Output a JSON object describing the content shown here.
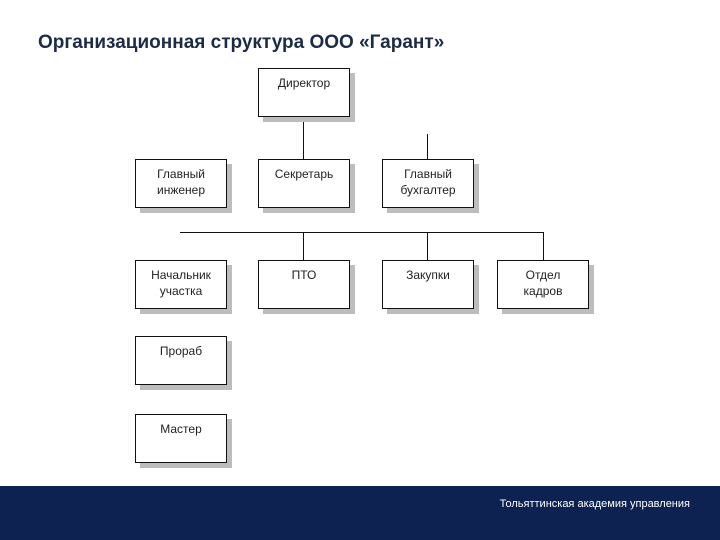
{
  "slide": {
    "title": "Организационная структура ООО «Гарант»"
  },
  "org_chart": {
    "director": "Директор",
    "chief_engineer": [
      "Главный",
      "инженер"
    ],
    "secretary": "Секретарь",
    "chief_accountant": [
      "Главный",
      "бухгалтер"
    ],
    "site_manager": [
      "Начальник",
      "участка"
    ],
    "pto": "ПТО",
    "procurement": "Закупки",
    "hr_department": [
      "Отдел",
      "кадров"
    ],
    "foreman": "Прораб",
    "master": "Мастер"
  },
  "footer": {
    "organization": "Тольяттинская академия управления"
  },
  "colors": {
    "title": "#1d2b46",
    "footer_bg": "#0d2250",
    "box_shadow": "#bdbdbd"
  }
}
